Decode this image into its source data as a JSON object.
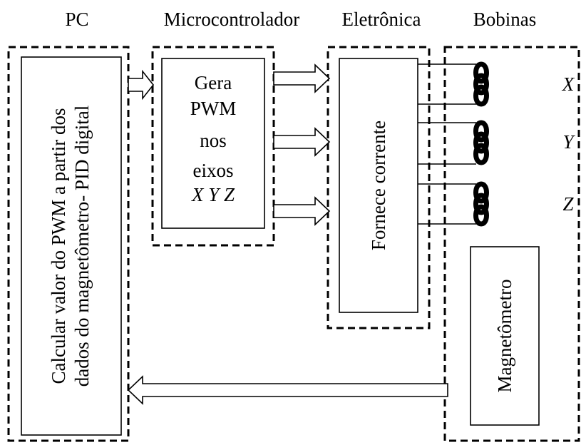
{
  "headers": {
    "pc": "PC",
    "micro": "Microcontrolador",
    "electronics": "Eletrônica",
    "coils": "Bobinas"
  },
  "pc_block": {
    "line1": "Calcular valor do PWM a partir dos",
    "line2": "dados do magnetômetro- PID digital"
  },
  "micro_block": {
    "line1": "Gera",
    "line2": "PWM",
    "line3": "nos",
    "line4": "eixos",
    "axes": "X Y Z"
  },
  "electronics_block": {
    "label": "Fornece corrente"
  },
  "coils": {
    "x": "X",
    "y": "Y",
    "z": "Z"
  },
  "magnetometer": {
    "label": "Magnetômetro"
  }
}
